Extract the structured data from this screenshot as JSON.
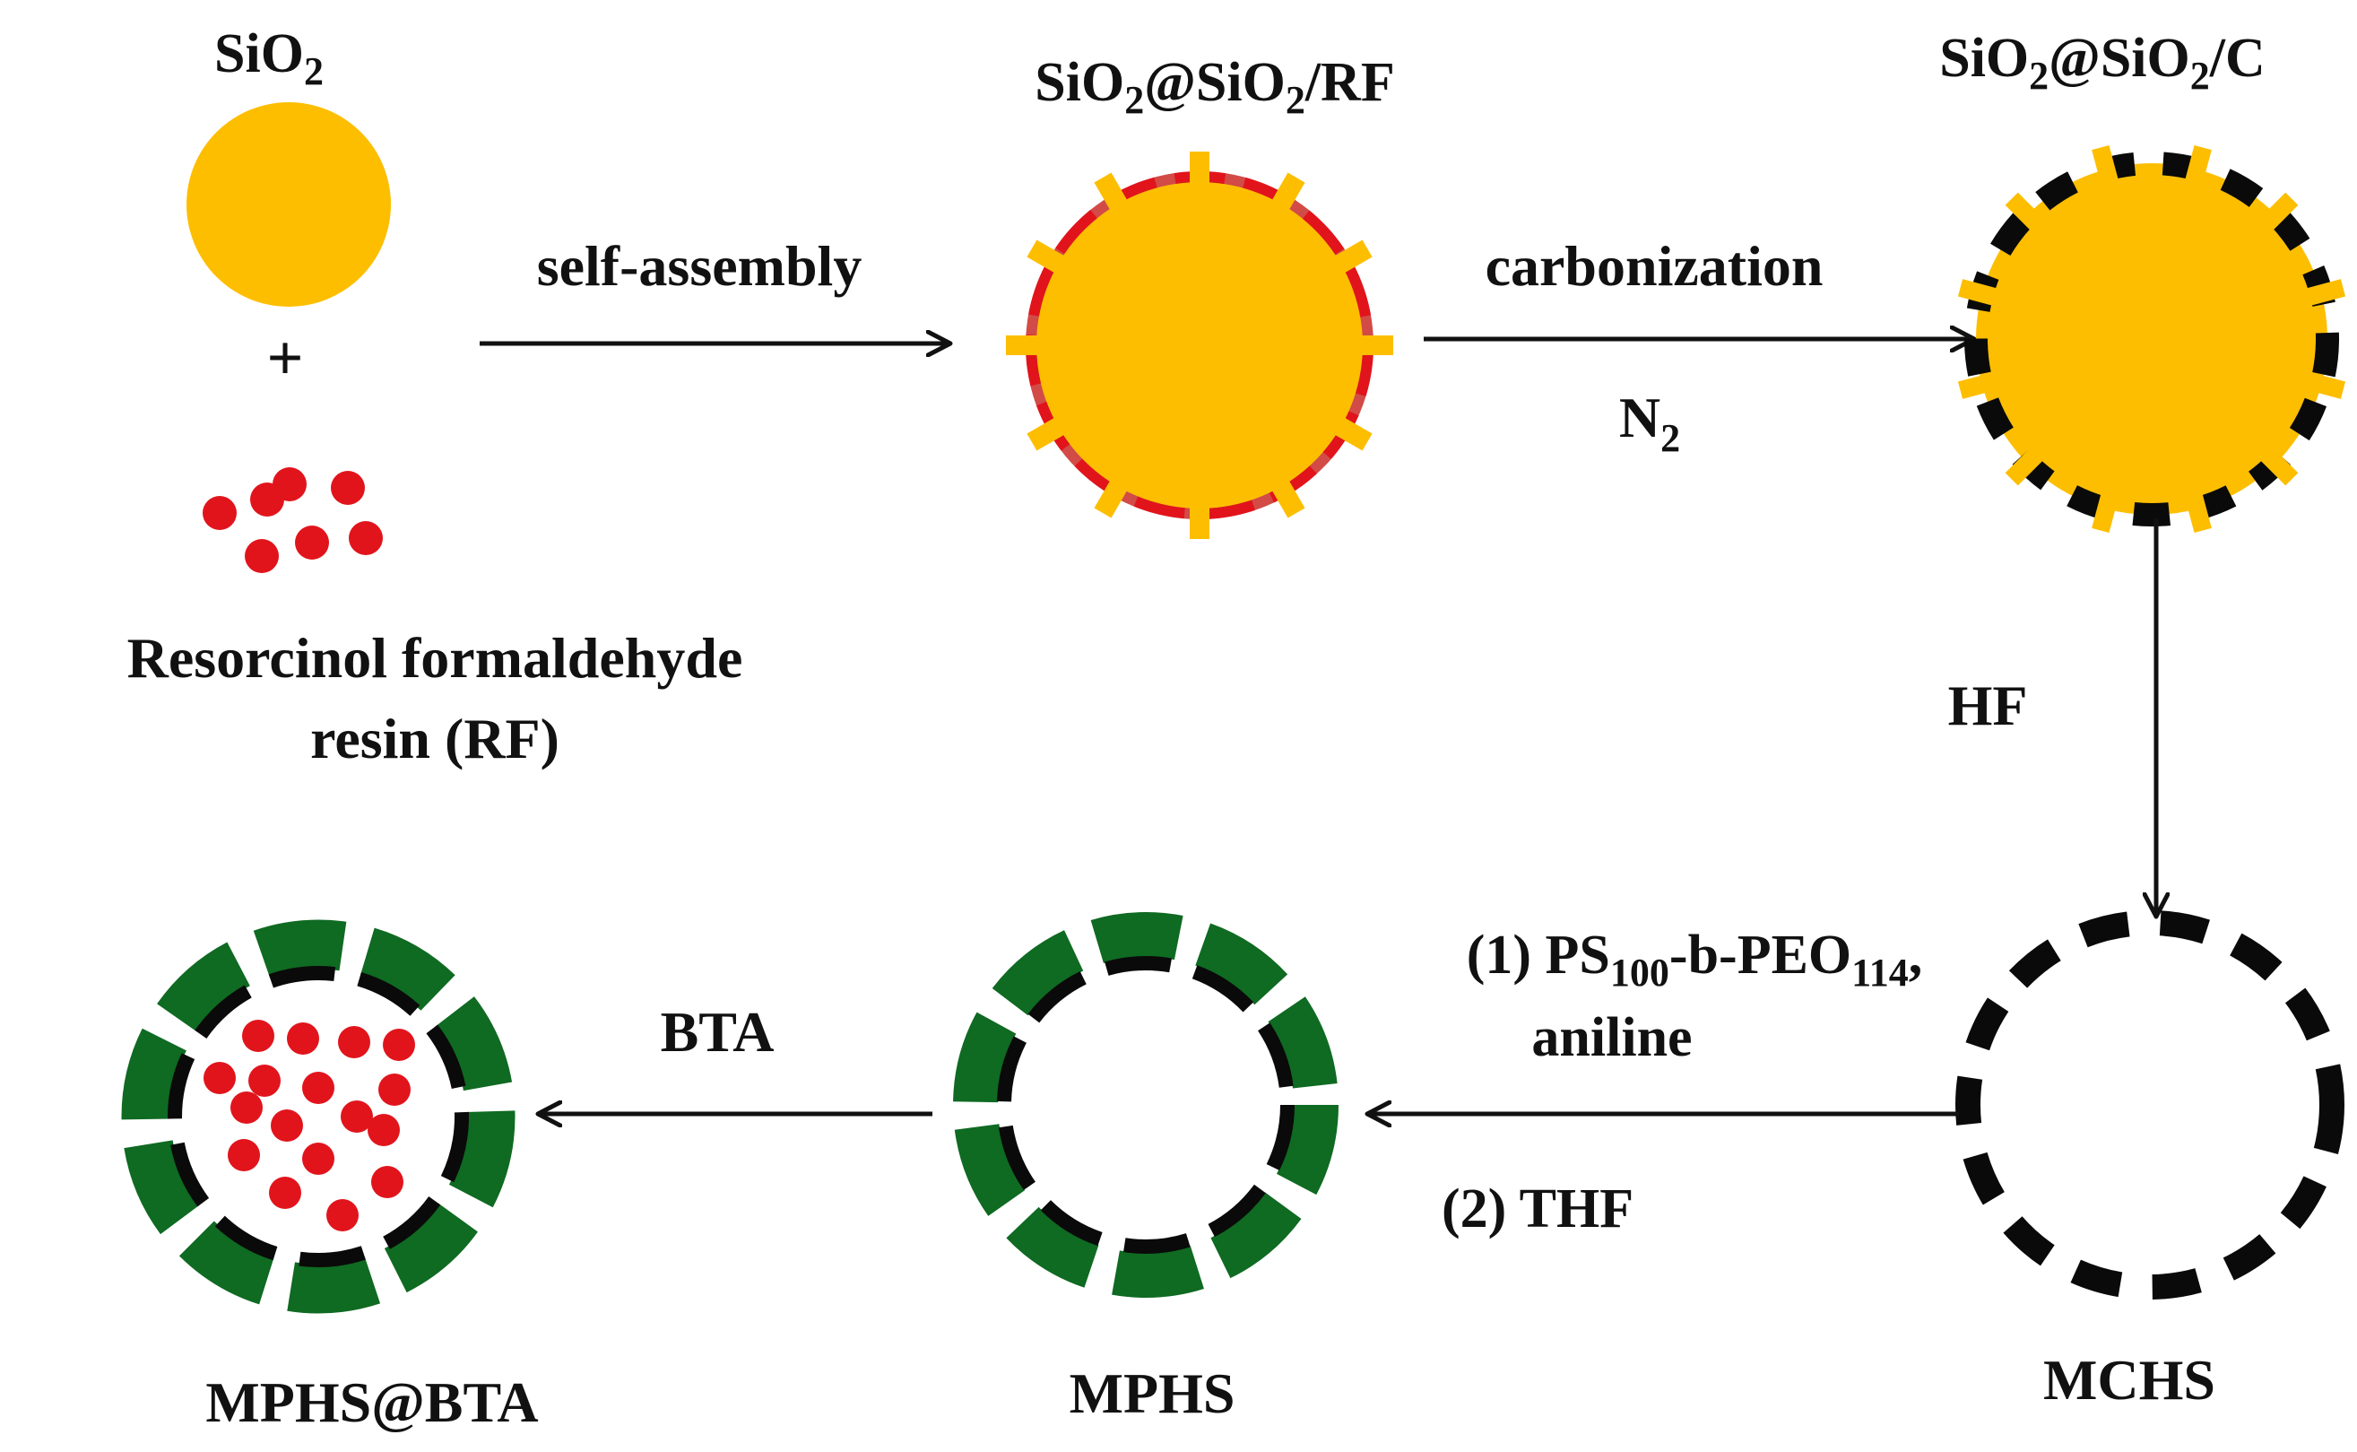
{
  "colors": {
    "silica": "#FDBE00",
    "resin": "#E1141C",
    "resin_shell": "#D24B47",
    "carbon": "#0A0A0A",
    "polyaniline": "#0F6A22",
    "arrow": "#111111",
    "text": "#111111"
  },
  "stage1": {
    "silica_label": {
      "main": "SiO",
      "sub": "2"
    },
    "plus": "+",
    "rf_label_line1": "Resorcinol formaldehyde",
    "rf_label_line2": "resin (RF)"
  },
  "step_self_assembly": {
    "label": "self-assembly"
  },
  "stage2": {
    "label": {
      "p1": "SiO",
      "s1": "2",
      "p2": "@SiO",
      "s2": "2",
      "p3": "/RF"
    }
  },
  "step_carbonization": {
    "label": "carbonization",
    "atmosphere": {
      "main": "N",
      "sub": "2"
    }
  },
  "stage3": {
    "label": {
      "p1": "SiO",
      "s1": "2",
      "p2": "@SiO",
      "s2": "2",
      "p3": "/C"
    }
  },
  "step_hf": {
    "label": "HF"
  },
  "stage4": {
    "label": "MCHS"
  },
  "step_polymer": {
    "line1": {
      "p1": "(1) PS",
      "s1": "100",
      "p2": "-b-PEO",
      "s2": "114",
      "p3": ","
    },
    "line2": "aniline",
    "line3": "(2) THF"
  },
  "stage5": {
    "label": "MPHS"
  },
  "step_bta": {
    "label": "BTA"
  },
  "stage6": {
    "label": "MPHS@BTA"
  }
}
